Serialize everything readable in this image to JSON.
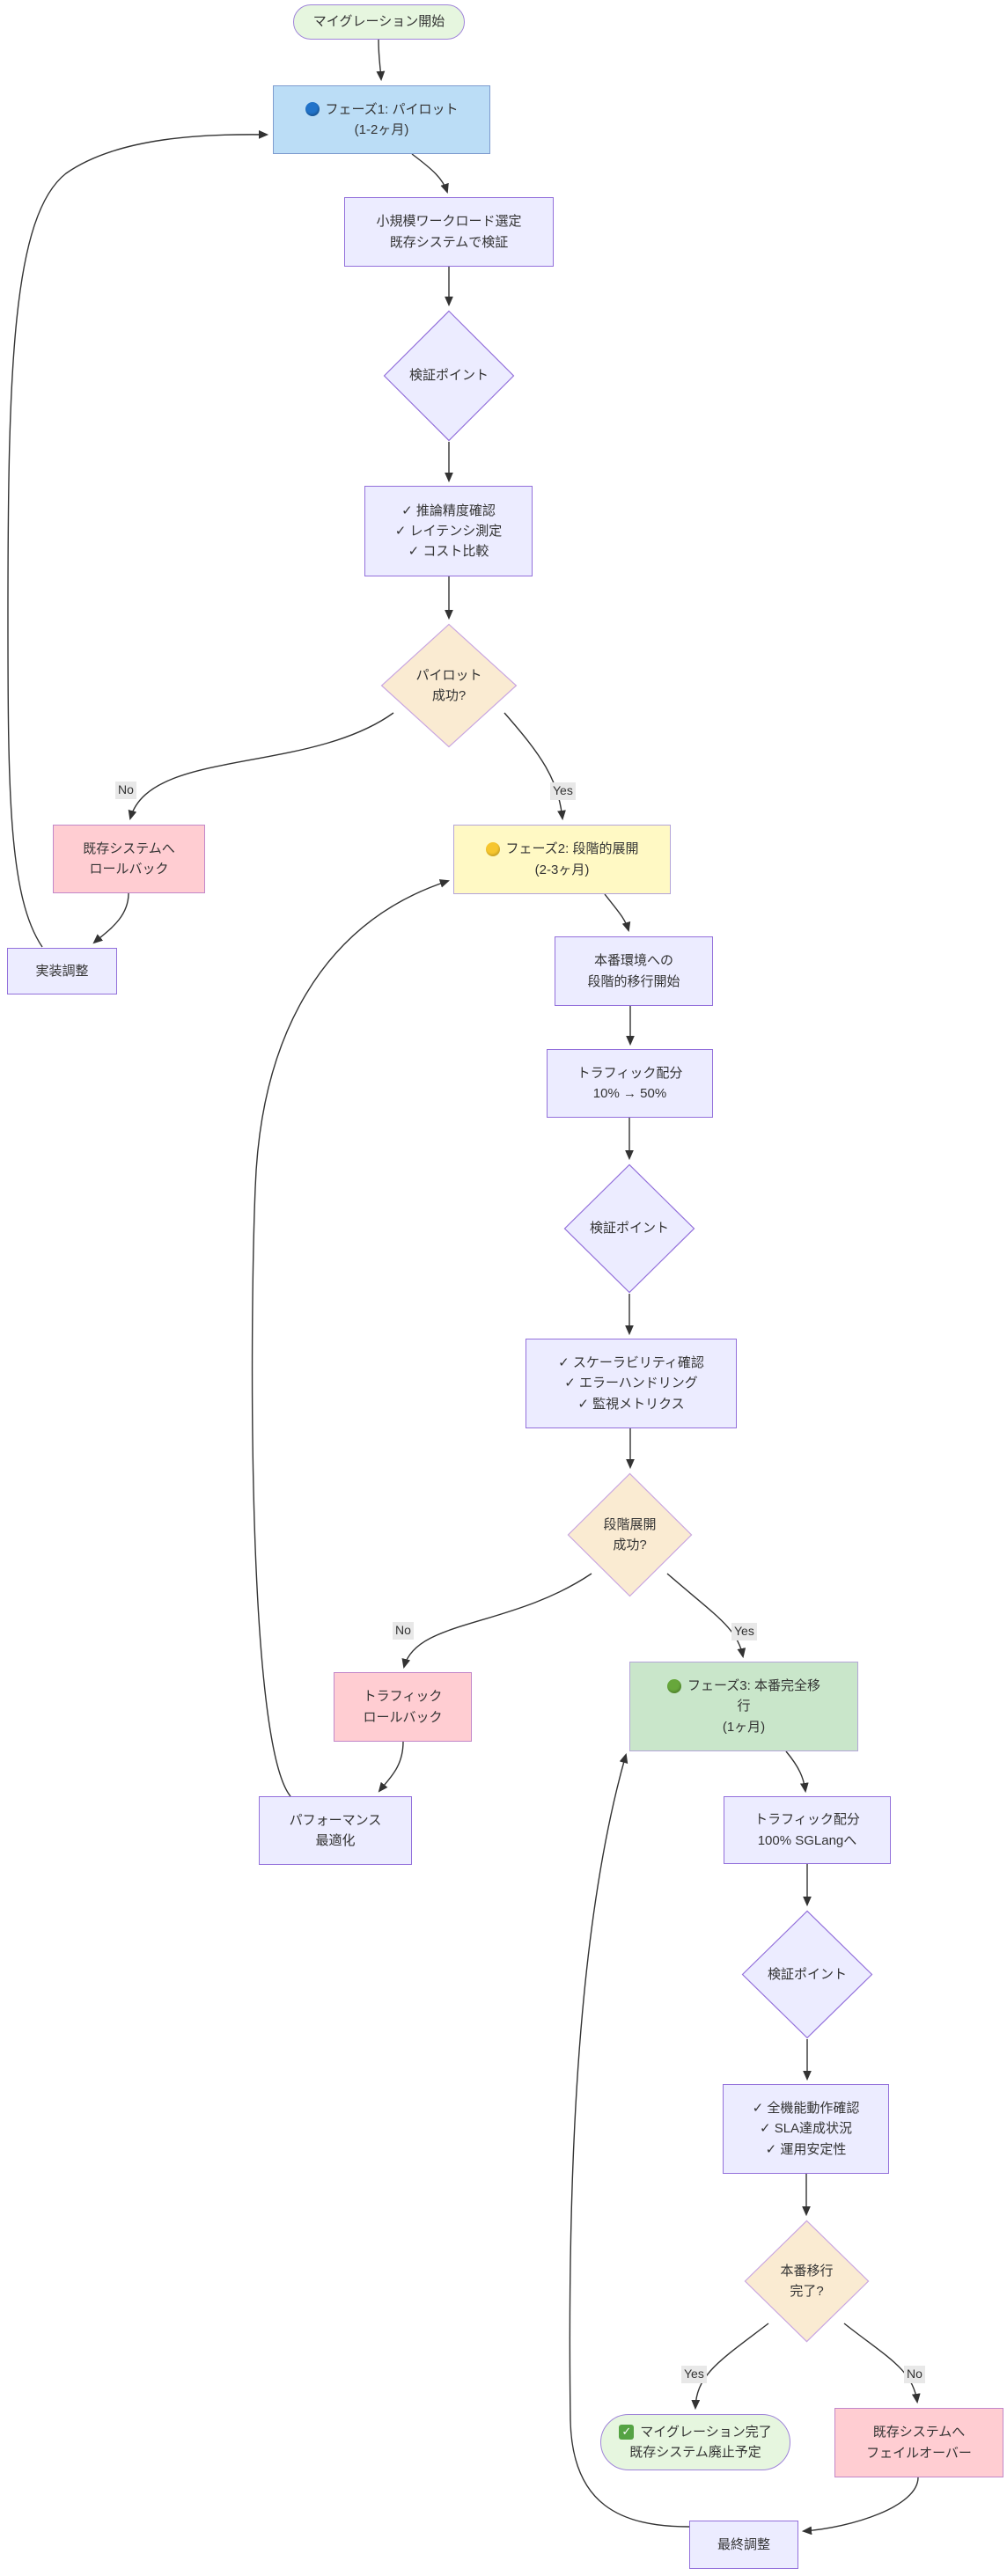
{
  "diagram": {
    "type": "flowchart",
    "palette": {
      "edge": "#333333",
      "text": "#333333",
      "label_bg": "#e8e8e8",
      "lavender_fill": "#ECECFF",
      "lavender_stroke": "#9370DB",
      "blue_fill": "#BBDDF6",
      "blue_stroke": "#7E9CCF",
      "yellow_fill": "#FFF9C4",
      "yellow_stroke": "#B4A5D8",
      "green_fill": "#C9E6CA",
      "green_stroke": "#B4A5D8",
      "pink_fill": "#FFCDD2",
      "pink_stroke": "#C287C9",
      "peach_fill": "#FAEBD2",
      "peach_stroke": "#C9A6E0",
      "terminal_fill": "#E6F6DF",
      "terminal_stroke": "#9F84D9",
      "dot_blue": "#2273C9",
      "dot_yellow": "#F6C62F",
      "dot_green": "#67A73B",
      "check_green": "#55A344"
    },
    "edge_labels": {
      "yes": "Yes",
      "no": "No"
    },
    "icons": {
      "phase1": "blue-circle-icon",
      "phase2": "yellow-circle-icon",
      "phase3": "green-circle-icon",
      "complete": "check-mark-icon",
      "check_mark": "✓"
    },
    "nodes": {
      "start": {
        "label": "マイグレーション開始"
      },
      "phase1": {
        "lines": [
          "フェーズ1: パイロット",
          "(1-2ヶ月)"
        ]
      },
      "p1_work": {
        "lines": [
          "小規模ワークロード選定",
          "既存システムで検証"
        ]
      },
      "check1": {
        "label": "検証ポイント"
      },
      "items1": {
        "lines": [
          "✓ 推論精度確認",
          "✓ レイテンシ測定",
          "✓ コスト比較"
        ]
      },
      "pilot_ok": {
        "lines": [
          "パイロット",
          "成功?"
        ]
      },
      "rollback1": {
        "lines": [
          "既存システムへ",
          "ロールバック"
        ]
      },
      "adjust": {
        "label": "実装調整"
      },
      "phase2": {
        "lines": [
          "フェーズ2: 段階的展開",
          "(2-3ヶ月)"
        ]
      },
      "p2_work": {
        "lines": [
          "本番環境への",
          "段階的移行開始"
        ]
      },
      "traffic1": {
        "lines": [
          "トラフィック配分",
          "10% → 50%"
        ]
      },
      "check2": {
        "label": "検証ポイント"
      },
      "items2": {
        "lines": [
          "✓ スケーラビリティ確認",
          "✓ エラーハンドリング",
          "✓ 監視メトリクス"
        ]
      },
      "stage_ok": {
        "lines": [
          "段階展開",
          "成功?"
        ]
      },
      "rollback2": {
        "lines": [
          "トラフィック",
          "ロールバック"
        ]
      },
      "perf": {
        "lines": [
          "パフォーマンス",
          "最適化"
        ]
      },
      "phase3": {
        "lines": [
          "フェーズ3: 本番完全移",
          "行",
          "(1ヶ月)"
        ]
      },
      "traffic2": {
        "lines": [
          "トラフィック配分",
          "100% SGLangへ"
        ]
      },
      "check3": {
        "label": "検証ポイント"
      },
      "items3": {
        "lines": [
          "✓ 全機能動作確認",
          "✓ SLA達成状況",
          "✓ 運用安定性"
        ]
      },
      "prod_ok": {
        "lines": [
          "本番移行",
          "完了?"
        ]
      },
      "complete": {
        "lines": [
          "マイグレーション完了",
          "既存システム廃止予定"
        ]
      },
      "failover": {
        "lines": [
          "既存システムへ",
          "フェイルオーバー"
        ]
      },
      "final": {
        "label": "最終調整"
      }
    }
  }
}
